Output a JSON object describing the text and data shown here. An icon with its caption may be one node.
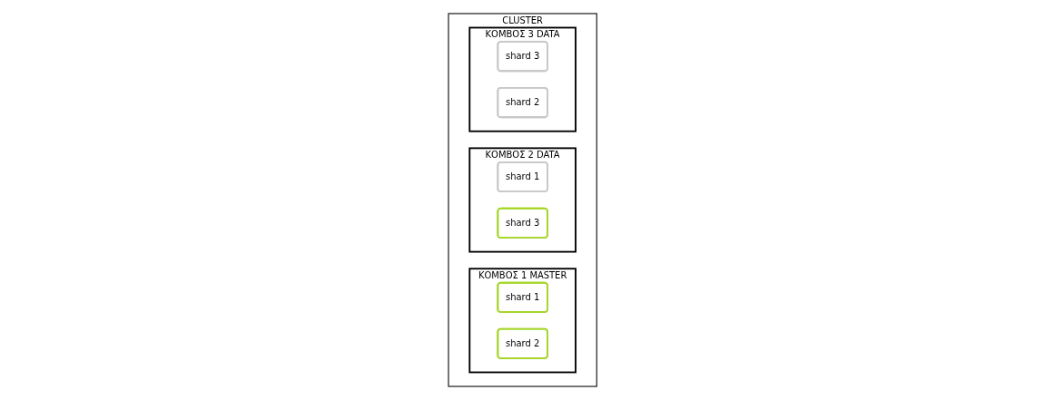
{
  "diagram": {
    "nodes": [
      {
        "text": [
          "CLUSTER"
        ]
      },
      {
        "text": [
          "ΚΟΜΒΟΣ 1 MASTER"
        ],
        "in": 0
      },
      {
        "text": [
          "shard 1"
        ],
        "in": 1
      },
      {
        "text": [
          "shard 2"
        ],
        "in": 1
      },
      {
        "text": [
          "ΚΟΜΒΟΣ 2 DATA"
        ],
        "in": 0
      },
      {
        "text": [
          "shard 1"
        ],
        "in": 4
      },
      {
        "text": [
          "shard 3"
        ],
        "in": 4
      },
      {
        "text": [
          "ΚΟΜΒΟΣ 3 DATA"
        ],
        "in": 0
      },
      {
        "text": [
          "shard 3"
        ],
        "in": 7
      },
      {
        "text": [
          "shard 2"
        ],
        "in": 7
      }
    ],
    "edges": []
  }
}
